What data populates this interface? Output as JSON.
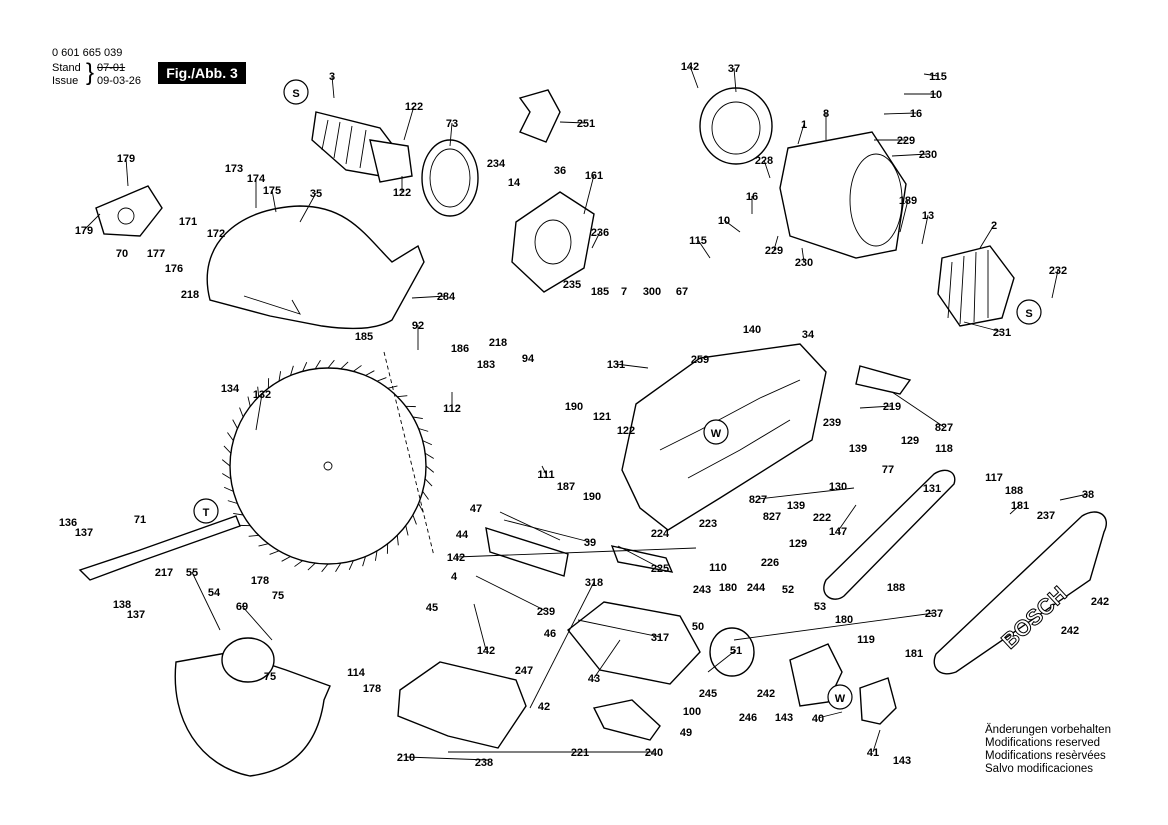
{
  "header": {
    "doc_number": "0 601 665 039",
    "stand_label": "Stand",
    "stand_value": "07-01",
    "issue_label": "Issue",
    "issue_value": "09-03-26",
    "figure_label": "Fig./Abb. 3"
  },
  "footer": {
    "lines": [
      "Änderungen vorbehalten",
      "Modifications reserved",
      "Modifications resèrvées",
      "Salvo modificaciones"
    ]
  },
  "markers": [
    "S",
    "S",
    "W",
    "W",
    "T"
  ],
  "parts": [
    "3",
    "122",
    "122",
    "73",
    "251",
    "142",
    "37",
    "115",
    "10",
    "16",
    "229",
    "230",
    "1",
    "8",
    "228",
    "16",
    "10",
    "115",
    "229",
    "230",
    "189",
    "13",
    "2",
    "232",
    "231",
    "179",
    "179",
    "70",
    "173",
    "174",
    "175",
    "177",
    "176",
    "171",
    "172",
    "218",
    "35",
    "284",
    "234",
    "14",
    "36",
    "161",
    "236",
    "235",
    "185",
    "7",
    "300",
    "67",
    "140",
    "34",
    "131",
    "259",
    "219",
    "827",
    "185",
    "92",
    "186",
    "218",
    "183",
    "94",
    "112",
    "134",
    "132",
    "190",
    "121",
    "122",
    "111",
    "187",
    "190",
    "239",
    "129",
    "139",
    "77",
    "118",
    "131",
    "827",
    "827",
    "139",
    "222",
    "130",
    "129",
    "147",
    "117",
    "188",
    "181",
    "237",
    "38",
    "136",
    "137",
    "71",
    "47",
    "44",
    "39",
    "224",
    "225",
    "223",
    "110",
    "226",
    "142",
    "4",
    "45",
    "239",
    "142",
    "46",
    "247",
    "42",
    "318",
    "317",
    "43",
    "243",
    "180",
    "244",
    "52",
    "53",
    "180",
    "188",
    "119",
    "237",
    "181",
    "242",
    "242",
    "50",
    "51",
    "245",
    "242",
    "143",
    "246",
    "40",
    "41",
    "143",
    "100",
    "49",
    "221",
    "240",
    "210",
    "238",
    "217",
    "55",
    "54",
    "69",
    "178",
    "75",
    "138",
    "137",
    "75",
    "178",
    "114"
  ]
}
